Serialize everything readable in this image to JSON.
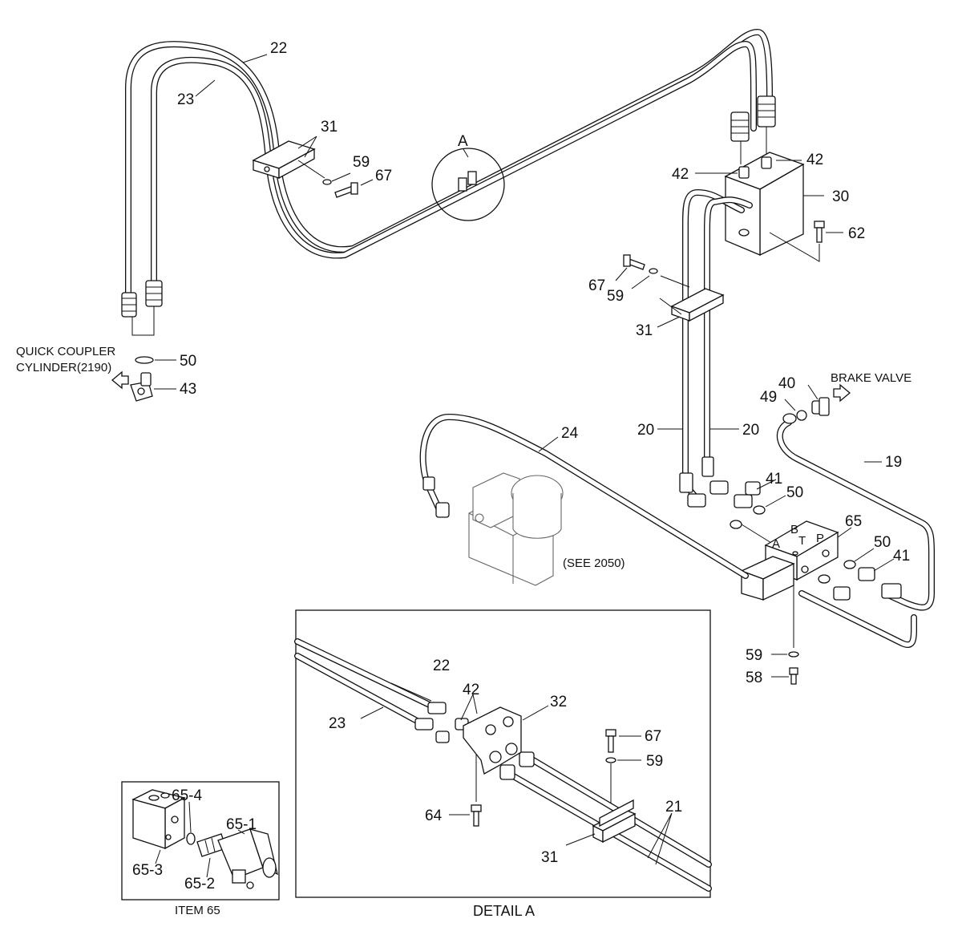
{
  "callouts": {
    "c22_top": "22",
    "c23_top": "23",
    "c31_top": "31",
    "c59_top": "59",
    "c67_top": "67",
    "cA": "A",
    "c42_left": "42",
    "c42_right": "42",
    "c30": "30",
    "c62": "62",
    "c67_mid": "67",
    "c59_mid": "59",
    "c31_mid": "31",
    "c50_left": "50",
    "c43": "43",
    "c40": "40",
    "c49": "49",
    "c24": "24",
    "c20_left": "20",
    "c20_right": "20",
    "c19": "19",
    "c41_top": "41",
    "c50_mid": "50",
    "c65": "65",
    "c50_right": "50",
    "c41_right": "41",
    "c59_bot": "59",
    "c58": "58",
    "d22": "22",
    "d23": "23",
    "d42": "42",
    "d32": "32",
    "d67": "67",
    "d59": "59",
    "d64": "64",
    "d21": "21",
    "d31": "31",
    "i65_4": "65-4",
    "i65_1": "65-1",
    "i65_3": "65-3",
    "i65_2": "65-2"
  },
  "labels": {
    "quick_coupler_line1": "QUICK COUPLER",
    "quick_coupler_line2": "CYLINDER(2190)",
    "brake_valve": "BRAKE VALVE",
    "see_2050": "(SEE 2050)",
    "detail_a_title": "DETAIL A",
    "item_65_title": "ITEM 65"
  },
  "valve_ports": {
    "a": "A",
    "b": "B",
    "t": "T",
    "p": "P"
  }
}
